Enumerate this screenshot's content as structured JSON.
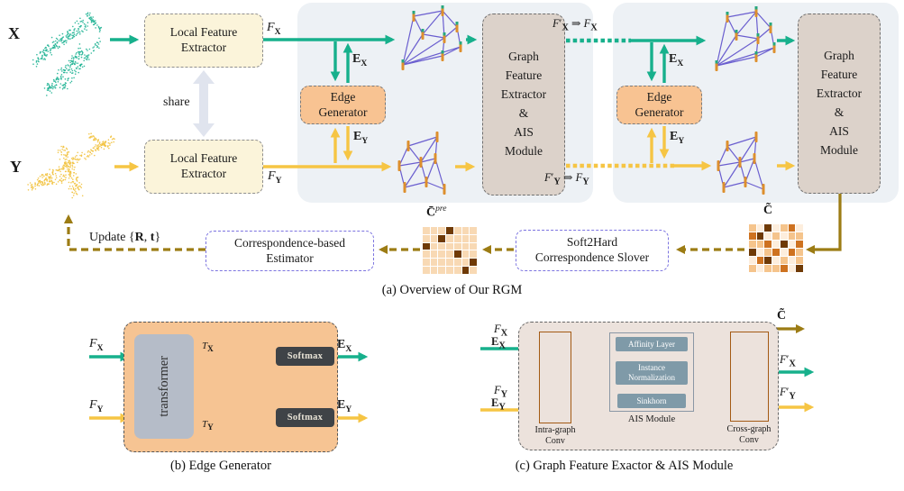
{
  "labels": {
    "point_cloud_x": "X",
    "point_cloud_y": "Y",
    "share": "share"
  },
  "math": {
    "f_x": [
      {
        "t": "F",
        "i": 1
      },
      {
        "t": "X",
        "b": 1,
        "sub": 1
      }
    ],
    "f_y": [
      {
        "t": "F",
        "i": 1
      },
      {
        "t": "Y",
        "b": 1,
        "sub": 1
      }
    ],
    "e_x": [
      {
        "t": "E",
        "b": 1
      },
      {
        "t": "X",
        "b": 1,
        "sub": 1
      }
    ],
    "e_y": [
      {
        "t": "E",
        "b": 1
      },
      {
        "t": "Y",
        "b": 1,
        "sub": 1
      }
    ],
    "fp_assign_x": [
      {
        "t": "F",
        "i": 1
      },
      {
        "t": "′"
      },
      {
        "t": "X",
        "b": 1,
        "sub": 1
      },
      {
        "t": " ⇒ "
      },
      {
        "t": "F",
        "i": 1
      },
      {
        "t": "X",
        "b": 1,
        "sub": 1
      }
    ],
    "fp_assign_y": [
      {
        "t": "F",
        "i": 1
      },
      {
        "t": "′"
      },
      {
        "t": "Y",
        "b": 1,
        "sub": 1
      },
      {
        "t": " ⇒ "
      },
      {
        "t": "F",
        "i": 1
      },
      {
        "t": "Y",
        "b": 1,
        "sub": 1
      }
    ],
    "fp_x": [
      {
        "t": "F",
        "i": 1
      },
      {
        "t": "′"
      },
      {
        "t": "X",
        "b": 1,
        "sub": 1
      }
    ],
    "fp_y": [
      {
        "t": "F",
        "i": 1
      },
      {
        "t": "′"
      },
      {
        "t": "Y",
        "b": 1,
        "sub": 1
      }
    ],
    "t_x": [
      {
        "t": "T",
        "i": 1
      },
      {
        "t": "X",
        "b": 1,
        "sub": 1
      }
    ],
    "t_y": [
      {
        "t": "T",
        "i": 1
      },
      {
        "t": "Y",
        "b": 1,
        "sub": 1
      }
    ],
    "c_tilde": [
      {
        "t": "C̃",
        "b": 1
      }
    ],
    "c_pre": [
      {
        "t": "C̄",
        "b": 1
      },
      {
        "t": "pre",
        "i": 1,
        "sup": 1
      }
    ],
    "update_rt": [
      {
        "t": "Update {"
      },
      {
        "t": "R",
        "b": 1
      },
      {
        "t": ", "
      },
      {
        "t": "t",
        "b": 1
      },
      {
        "t": "}"
      }
    ]
  },
  "boxes": {
    "lfe": [
      "Local Feature",
      "Extractor"
    ],
    "edge_generator": [
      "Edge",
      "Generator"
    ],
    "gfe": [
      "Graph",
      "Feature",
      "Extractor",
      "&",
      "AIS",
      "Module"
    ],
    "estimator": [
      "Correspondence-based",
      "Estimator"
    ],
    "solver": [
      "Soft2Hard",
      "Correspondence Slover"
    ],
    "transformer": "transformer",
    "softmax": "Softmax",
    "affinity": "Affinity Layer",
    "instance_norm": [
      "Instance",
      "Normalization"
    ],
    "sinkhorn": "Sinkhorn",
    "ais_module": "AIS Module",
    "intra_conv": [
      "Intra-graph",
      "Conv"
    ],
    "cross_conv": [
      "Cross-graph",
      "Conv"
    ]
  },
  "captions": {
    "a": "(a) Overview of Our RGM",
    "b": "(b) Edge Generator",
    "c": "(c) Graph Feature Exactor & AIS Module"
  },
  "matrices": {
    "c_tilde": {
      "palette": [
        "#fdeedd",
        "#f5c48c",
        "#ce7220",
        "#6f3a06"
      ],
      "rows": [
        [
          1,
          0,
          3,
          0,
          1,
          2,
          0
        ],
        [
          2,
          3,
          0,
          1,
          0,
          1,
          1
        ],
        [
          1,
          1,
          2,
          0,
          3,
          0,
          2
        ],
        [
          3,
          0,
          1,
          2,
          0,
          2,
          1
        ],
        [
          0,
          2,
          3,
          0,
          1,
          0,
          1
        ],
        [
          1,
          0,
          1,
          1,
          2,
          0,
          3
        ]
      ]
    },
    "c_pre": {
      "palette": [
        "#fdeedd",
        "#f8d9b4",
        "#ce7220",
        "#6f3a06"
      ],
      "rows": [
        [
          1,
          1,
          1,
          3,
          1,
          1,
          1
        ],
        [
          1,
          1,
          3,
          1,
          1,
          1,
          1
        ],
        [
          3,
          1,
          1,
          1,
          1,
          1,
          1
        ],
        [
          1,
          1,
          1,
          1,
          3,
          1,
          1
        ],
        [
          1,
          1,
          1,
          1,
          1,
          1,
          3
        ],
        [
          1,
          1,
          1,
          1,
          1,
          3,
          1
        ]
      ]
    }
  },
  "colors": {
    "teal": "#17b08c",
    "yellow": "#f6c544",
    "olive": "#9c7c14",
    "orange_arrow": "#f0871e",
    "graph_edge_purple": "#6a5ecf",
    "graph_edge_red": "#e23b2e",
    "node_orange": "#dd8f2d",
    "node_green": "#3aa05a",
    "node_teal_cap": "#27a87e",
    "panel_bg": "#edf1f5",
    "purple_border": "#7c74e0",
    "point_cloud_x": "#1fb394",
    "point_cloud_y": "#f2c23e"
  }
}
